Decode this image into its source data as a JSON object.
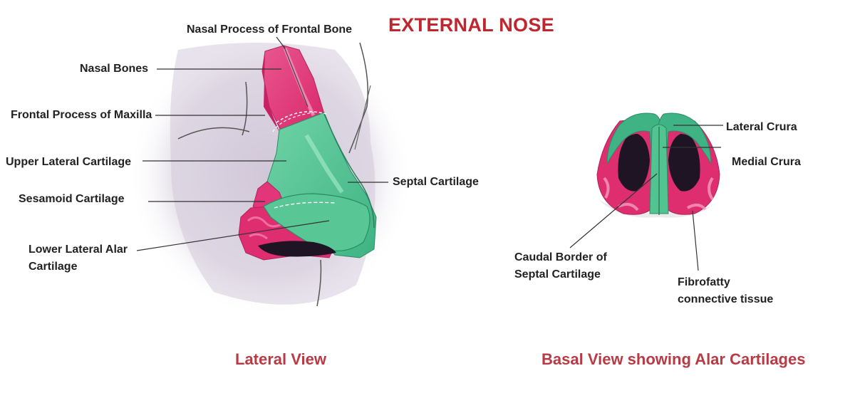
{
  "title": "EXTERNAL NOSE",
  "colors": {
    "title": "#c0262e",
    "caption": "#b83a44",
    "bone": "#e2357a",
    "cartilage": "#52c492",
    "cartilage_dark": "#2e9a6e",
    "fibrofatty": "#df2e70",
    "shadow": "#cfc6d6",
    "nostril": "#1e1424",
    "line": "#333333"
  },
  "lateral_view": {
    "caption": "Lateral View",
    "labels": {
      "nasal_process_frontal_bone": "Nasal Process of Frontal Bone",
      "nasal_bones": "Nasal Bones",
      "frontal_process_maxilla": "Frontal Process of Maxilla",
      "upper_lateral_cartilage": "Upper Lateral  Cartilage",
      "sesamoid_cartilage": "Sesamoid Cartilage",
      "lower_lateral_alar_line1": "Lower Lateral Alar",
      "lower_lateral_alar_line2": "Cartilage",
      "septal_cartilage": "Septal Cartilage"
    }
  },
  "basal_view": {
    "caption": "Basal View showing Alar Cartilages",
    "labels": {
      "lateral_crura": "Lateral Crura",
      "medial_crura": "Medial Crura",
      "caudal_border_line1": "Caudal Border of",
      "caudal_border_line2": "Septal Cartilage",
      "fibrofatty_line1": "Fibrofatty",
      "fibrofatty_line2": "connective tissue"
    }
  }
}
